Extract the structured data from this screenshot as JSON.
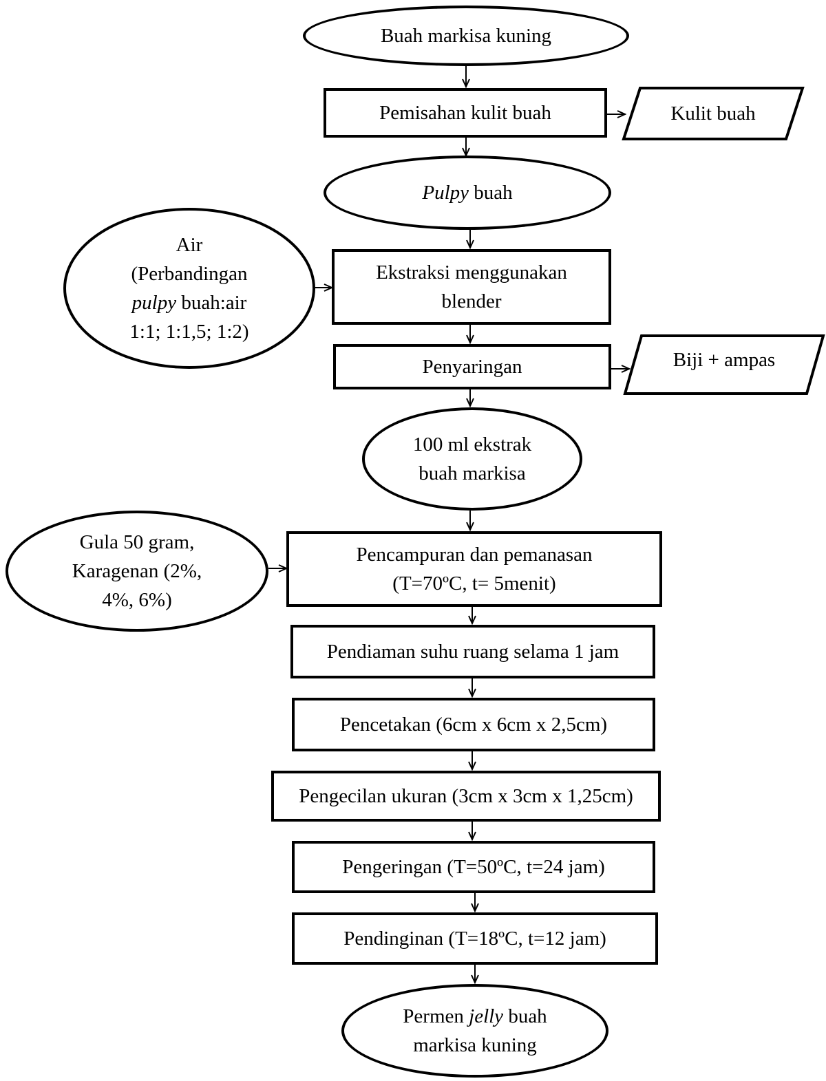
{
  "nodes": {
    "start": {
      "l1": "Buah markisa kuning"
    },
    "peel": {
      "l1": "Pemisahan kulit buah"
    },
    "peel_out": {
      "l1": "Kulit buah"
    },
    "pulpy": {
      "italic": "Pulpy",
      "rest": " buah"
    },
    "water": {
      "l1": "Air",
      "l2": "(Perbandingan",
      "l3_italic": "pulpy",
      "l3_rest": " buah:air",
      "l4": "1:1; 1:1,5; 1:2)"
    },
    "extract": {
      "l1": "Ekstraksi menggunakan",
      "l2": "blender"
    },
    "filter": {
      "l1": "Penyaringan"
    },
    "filter_out": {
      "l1": "Biji + ampas"
    },
    "extract_vol": {
      "l1": "100 ml ekstrak",
      "l2": "buah markisa"
    },
    "sugar": {
      "l1": "Gula 50 gram,",
      "l2": "Karagenan (2%,",
      "l3": "4%, 6%)"
    },
    "mix": {
      "l1": "Pencampuran dan pemanasan",
      "l2": "(T=70ºC, t= 5menit)"
    },
    "rest": {
      "l1": "Pendiaman suhu ruang selama 1 jam"
    },
    "mold": {
      "l1": "Pencetakan (6cm x 6cm x 2,5cm)"
    },
    "resize": {
      "l1": "Pengecilan ukuran (3cm x 3cm x 1,25cm)"
    },
    "dry": {
      "l1": "Pengeringan (T=50ºC, t=24 jam)"
    },
    "cool": {
      "l1": "Pendinginan (T=18ºC, t=12 jam)"
    },
    "end": {
      "l1": "Permen ",
      "l1_italic": "jelly",
      "l1_rest": " buah",
      "l2": "markisa kuning"
    }
  }
}
